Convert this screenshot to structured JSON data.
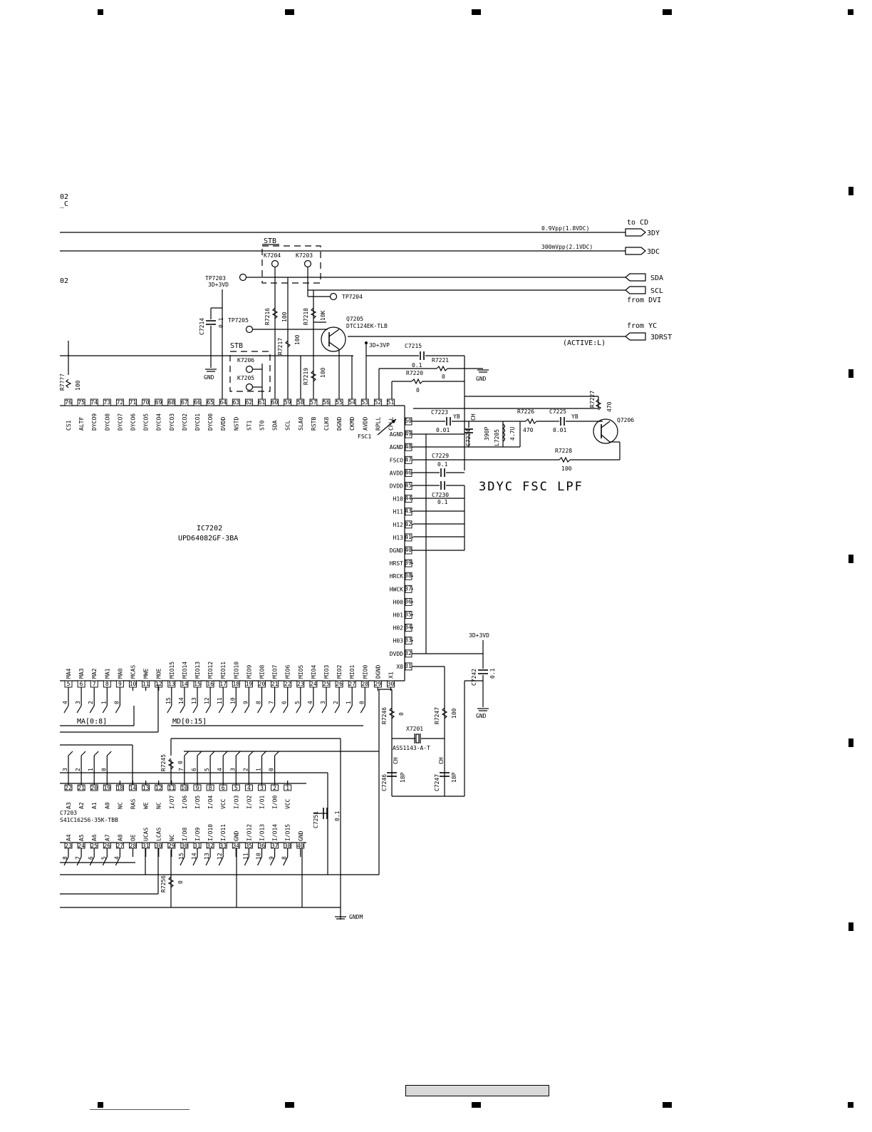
{
  "ic_main": {
    "ref": "IC7202",
    "part": "UPD64082GF-3BA",
    "top_pins": [
      {
        "name": "CS1",
        "num": "76"
      },
      {
        "name": "ALTF",
        "num": "75"
      },
      {
        "name": "DYCO9",
        "num": "74"
      },
      {
        "name": "DYCO8",
        "num": "73"
      },
      {
        "name": "DYCO7",
        "num": "72"
      },
      {
        "name": "DYCO6",
        "num": "71"
      },
      {
        "name": "DYCO5",
        "num": "70"
      },
      {
        "name": "DYCO4",
        "num": "69"
      },
      {
        "name": "DYCO3",
        "num": "68"
      },
      {
        "name": "DYCO2",
        "num": "67"
      },
      {
        "name": "DYCO1",
        "num": "66"
      },
      {
        "name": "DYCO0",
        "num": "65"
      },
      {
        "name": "DVDD",
        "num": "64"
      },
      {
        "name": "NSTD",
        "num": "63"
      },
      {
        "name": "ST1",
        "num": "62"
      },
      {
        "name": "ST0",
        "num": "61"
      },
      {
        "name": "SDA",
        "num": "60"
      },
      {
        "name": "SCL",
        "num": "59"
      },
      {
        "name": "SLA0",
        "num": "58"
      },
      {
        "name": "RSTB",
        "num": "57"
      },
      {
        "name": "CLK8",
        "num": "56"
      },
      {
        "name": "DGND",
        "num": "55"
      },
      {
        "name": "CKMD",
        "num": "54"
      },
      {
        "name": "AVDD",
        "num": "53"
      },
      {
        "name": "RPLL",
        "num": "52"
      },
      {
        "name": "CPLL",
        "num": "51"
      }
    ],
    "right_pins": [
      {
        "name": "",
        "num": "50"
      },
      {
        "name": "AGND",
        "num": "49"
      },
      {
        "name": "AGND",
        "num": "48"
      },
      {
        "name": "FSCO",
        "num": "47"
      },
      {
        "name": "AVDD",
        "num": "46"
      },
      {
        "name": "DVDD",
        "num": "45"
      },
      {
        "name": "H10",
        "num": "44"
      },
      {
        "name": "H11",
        "num": "43"
      },
      {
        "name": "H12",
        "num": "42"
      },
      {
        "name": "H13",
        "num": "41"
      },
      {
        "name": "DGND",
        "num": "40"
      },
      {
        "name": "HRST",
        "num": "39"
      },
      {
        "name": "HRCK",
        "num": "38"
      },
      {
        "name": "HWCK",
        "num": "37"
      },
      {
        "name": "H00",
        "num": "36"
      },
      {
        "name": "H01",
        "num": "35"
      },
      {
        "name": "H02",
        "num": "34"
      },
      {
        "name": "H03",
        "num": "33"
      },
      {
        "name": "DVDD",
        "num": "32"
      },
      {
        "name": "X0",
        "num": "31"
      }
    ],
    "bottom_pins": [
      {
        "name": "MA4",
        "num": "5"
      },
      {
        "name": "MA3",
        "num": "6"
      },
      {
        "name": "MA2",
        "num": "7"
      },
      {
        "name": "MA1",
        "num": "8"
      },
      {
        "name": "MA0",
        "num": "9"
      },
      {
        "name": "MCAS",
        "num": "10"
      },
      {
        "name": "MWE",
        "num": "11"
      },
      {
        "name": "MOE",
        "num": "12"
      },
      {
        "name": "MIO15",
        "num": "13"
      },
      {
        "name": "MIO14",
        "num": "14"
      },
      {
        "name": "MIO13",
        "num": "15"
      },
      {
        "name": "MIO12",
        "num": "16"
      },
      {
        "name": "MIO11",
        "num": "17"
      },
      {
        "name": "MIO10",
        "num": "18"
      },
      {
        "name": "MIO9",
        "num": "19"
      },
      {
        "name": "MIO8",
        "num": "20"
      },
      {
        "name": "MIO7",
        "num": "21"
      },
      {
        "name": "MIO6",
        "num": "22"
      },
      {
        "name": "MIO5",
        "num": "23"
      },
      {
        "name": "MIO4",
        "num": "24"
      },
      {
        "name": "MIO3",
        "num": "25"
      },
      {
        "name": "MIO2",
        "num": "26"
      },
      {
        "name": "MIO1",
        "num": "27"
      },
      {
        "name": "MIO0",
        "num": "28"
      },
      {
        "name": "DGND",
        "num": "29"
      },
      {
        "name": "X1",
        "num": "30"
      }
    ],
    "bottom_bits": [
      "4",
      "3",
      "2",
      "1",
      "0",
      "",
      "",
      "",
      "15",
      "14",
      "13",
      "12",
      "11",
      "10",
      "9",
      "8",
      "7",
      "6",
      "5",
      "4",
      "3",
      "2",
      "1",
      "0"
    ]
  },
  "ic_mem": {
    "ref": "C7203",
    "part": "S41C16256-35K-TBB",
    "top_pins": [
      {
        "name": "A3",
        "num": "22"
      },
      {
        "name": "A2",
        "num": "21"
      },
      {
        "name": "A1",
        "num": "20"
      },
      {
        "name": "A0",
        "num": "19"
      },
      {
        "name": "NC",
        "num": "18"
      },
      {
        "name": "RAS",
        "num": "14"
      },
      {
        "name": "WE",
        "num": "13"
      },
      {
        "name": "NC",
        "num": "12"
      },
      {
        "name": "I/O7",
        "num": "11"
      },
      {
        "name": "I/O6",
        "num": "10"
      },
      {
        "name": "I/O5",
        "num": "9"
      },
      {
        "name": "I/O4",
        "num": "8"
      },
      {
        "name": "VCC",
        "num": "6"
      },
      {
        "name": "I/O3",
        "num": "5"
      },
      {
        "name": "I/O2",
        "num": "4"
      },
      {
        "name": "I/O1",
        "num": "3"
      },
      {
        "name": "I/O0",
        "num": "2"
      },
      {
        "name": "VCC",
        "num": "1"
      }
    ],
    "bottom_pins": [
      {
        "name": "A4",
        "num": "23"
      },
      {
        "name": "A5",
        "num": "24"
      },
      {
        "name": "A6",
        "num": "25"
      },
      {
        "name": "A7",
        "num": "26"
      },
      {
        "name": "A8",
        "num": "27"
      },
      {
        "name": "OE",
        "num": "28"
      },
      {
        "name": "UCAS",
        "num": "31"
      },
      {
        "name": "LCAS",
        "num": "30"
      },
      {
        "name": "NC",
        "num": "29"
      },
      {
        "name": "I/O8",
        "num": "30"
      },
      {
        "name": "I/O9",
        "num": "31"
      },
      {
        "name": "I/O10",
        "num": "32"
      },
      {
        "name": "I/O11",
        "num": "33"
      },
      {
        "name": "GND",
        "num": "34"
      },
      {
        "name": "I/O12",
        "num": "35"
      },
      {
        "name": "I/O13",
        "num": "36"
      },
      {
        "name": "I/O14",
        "num": "37"
      },
      {
        "name": "I/O15",
        "num": "38"
      },
      {
        "name": "GND",
        "num": "40"
      }
    ],
    "top_bits": [
      "3",
      "2",
      "1",
      "0",
      "7",
      "6",
      "5",
      "4",
      "3",
      "2",
      "1",
      "0"
    ],
    "bottom_bits": [
      "8",
      "7",
      "6",
      "5",
      "4",
      "15",
      "14",
      "13",
      "12",
      "11",
      "10",
      "9",
      "8"
    ]
  },
  "signals": {
    "to_cd": "to CD",
    "dy_level": "0.9Vpp(1.8VDC)",
    "dy_port": "3DY",
    "dc_level": "300mVpp(2.1VDC)",
    "dc_port": "3DC",
    "sda_port": "SDA",
    "scl_port": "SCL",
    "from_dvi": "from DVI",
    "from_yc": "from YC",
    "drst_port": "3DRST",
    "active": "(ACTIVE:L)"
  },
  "labels": {
    "stb1": "STB",
    "stb2": "STB",
    "k7204": "K7204",
    "k7203": "K7203",
    "k7206": "K7206",
    "k7205": "K7205",
    "tp7203": "TP7203",
    "tp7204": "TP7204",
    "tp7205": "TP7205",
    "vd1": "3D+3VD",
    "vd2": "3D+3VD",
    "vp": "3D+3VP",
    "gnd1": "GND",
    "gnd2": "GND",
    "gnd3": "GND",
    "gndm": "GNDM",
    "q7205": "Q7205",
    "q7205_part": "DTC124EK-TLB",
    "q7206": "Q7206",
    "fsc1": "FSC1",
    "lpf_title": "3DYC FSC LPF",
    "ma_bus": "MA[0:8]",
    "md_bus": "MD[0:15]",
    "x7201": "X7201",
    "x7201_part": "ASS1143-A-T",
    "corner_a": "02",
    "corner_b": "_C",
    "corner_c": "02"
  },
  "parts": {
    "c7214": "C7214",
    "c7214_v": "0.1",
    "r7216": "R7216",
    "r7216_v": "100",
    "r7217": "R7217",
    "r7217_v": "100",
    "r7218": "R7218",
    "r7218_v": "10K",
    "r7219": "R7219",
    "r7219_v": "100",
    "c7215": "C7215",
    "c7215_v": "0.1",
    "r7221": "R7221",
    "r7221_v": "0",
    "r7220": "R7220",
    "r7220_v": "0",
    "c7223": "C7223",
    "c7223_v": "0.01",
    "c7223_t": "YB",
    "c7224": "C7224",
    "c7224_v": "390P",
    "c7224_t": "CH",
    "l7205": "L7205",
    "l7205_v": "4.7U",
    "r7226": "R7226",
    "r7226_v": "470",
    "c7225": "C7225",
    "c7225_v": "0.01",
    "c7225_t": "YB",
    "r7227": "R7227",
    "r7227_v": "470",
    "r7228": "R7228",
    "r7228_v": "100",
    "c7229": "C7229",
    "c7229_v": "0.1",
    "c7230": "C7230",
    "c7230_v": "0.1",
    "c7242": "C7242",
    "c7242_v": "0.1",
    "r7246": "R7246",
    "r7246_v": "0",
    "r7247": "R7247",
    "r7247_v": "100",
    "c7246": "C7246",
    "c7246_v": "18P",
    "c7246_t": "CH",
    "c7247": "C7247",
    "c7247_v": "18P",
    "c7247_t": "CH",
    "r7245": "R7245",
    "r7245_v": "0",
    "r7256": "R7256",
    "r7256_v": "0",
    "c7251": "C7251",
    "c7251_v": "0.1",
    "r_left": "R7???",
    "r_left_v": "100"
  }
}
